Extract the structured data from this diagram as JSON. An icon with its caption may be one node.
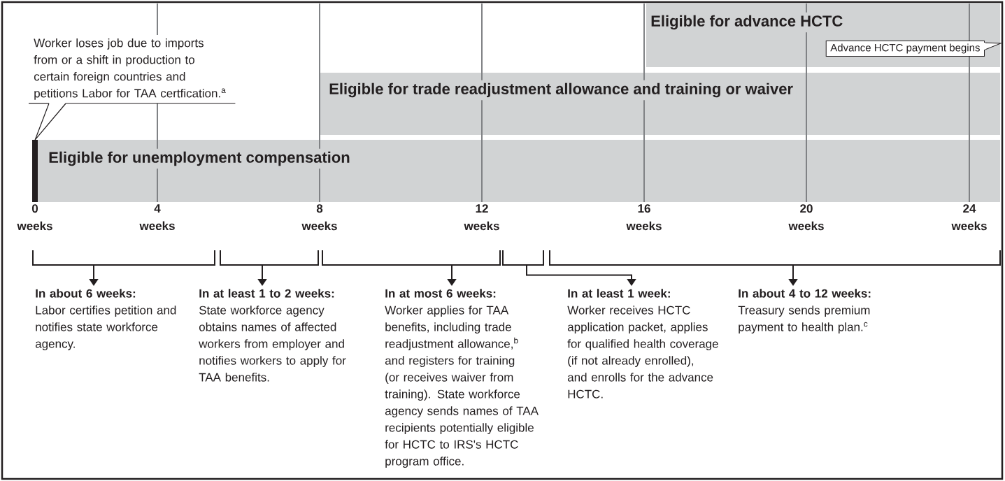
{
  "diagram": {
    "nodes": [
      {
        "text": [
          "Worker loses job due to imports from or a shift in production to certain foreign countries and petitions Labor for TAA certfication.$^{a}$"
        ]
      },
      {
        "text": [
          "Eligible for advance HCTC"
        ]
      },
      {
        "text": [
          "Advance HCTC payment begins"
        ],
        "in": 1
      },
      {
        "text": [
          "Eligible for trade readjustment allowance and training or waiver"
        ]
      },
      {
        "text": [],
        "shape": "bar"
      },
      {
        "text": [
          "Eligible for unemployment compensation"
        ]
      },
      {
        "text": [],
        "shape": "bracket"
      },
      {
        "text": [],
        "shape": "bracket"
      },
      {
        "text": [],
        "shape": "bracket"
      },
      {
        "text": [],
        "shape": "bracket"
      },
      {
        "text": [],
        "shape": "bracket"
      },
      {
        "text": [
          "In about 6 weeks:",
          "Labor certifies petition and notifies state workforce agency."
        ]
      },
      {
        "text": [
          "In at least 1 to 2 weeks:",
          "State workforce agency obtains names of affected workers from employer and notifies workers to apply for TAA benefits."
        ]
      },
      {
        "text": [
          "In at most 6 weeks:",
          "Worker applies for TAA benefits, including trade readjustment allowance,$^{b}$ and registers for training (or receives waiver from training). State workforce agency sends names of TAA recipients potentially eligible for HCTC to IRS's HCTC program office."
        ]
      },
      {
        "text": [
          "In at least 1 week:",
          "Worker receives HCTC application packet, applies for qualified health coverage (if not already enrolled), and enrolls for the advance HCTC."
        ]
      },
      {
        "text": [
          "In about 4 to 12 weeks:",
          "Treasury sends premium payment to health plan.$^{c}$"
        ]
      }
    ],
    "edges": [
      {
        "from": 0,
        "to": 4,
        "arrow": "none"
      },
      {
        "from": 6,
        "to": 11,
        "arrow": "to"
      },
      {
        "from": 7,
        "to": 12,
        "arrow": "to"
      },
      {
        "from": 8,
        "to": 13,
        "arrow": "to"
      },
      {
        "from": 9,
        "to": 14,
        "arrow": "to"
      },
      {
        "from": 10,
        "to": 15,
        "arrow": "to"
      }
    ],
    "labels": [
      "0 weeks",
      "4 weeks",
      "8 weeks",
      "12 weeks",
      "16 weeks",
      "20 weeks",
      "24 weeks"
    ]
  }
}
